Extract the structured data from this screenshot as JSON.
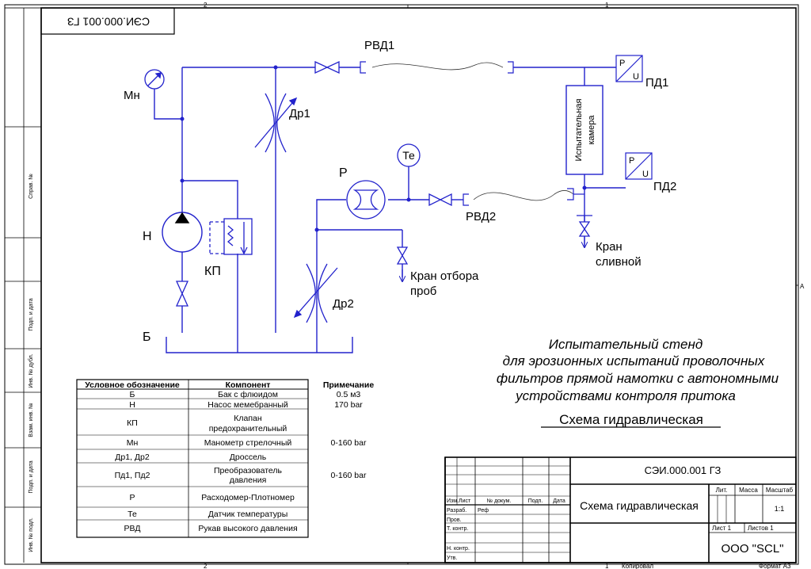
{
  "frame": {
    "zone_top_left": "2",
    "zone_top_right": "1",
    "zone_bottom_left": "2",
    "zone_bottom_right": "1",
    "zone_side": "A",
    "rotated_code": "СЭИ.000.001 ГЗ",
    "side_labels": [
      "Справ. №",
      "Подп. и дата",
      "Инв. № дубл.",
      "Взам. инв. №",
      "Подп. и дата",
      "Инв. № подл."
    ],
    "copied": "Копировал",
    "format": "Формат А3"
  },
  "schematic": {
    "mn": "Мн",
    "dr1": "Др1",
    "rvd1": "РВД1",
    "pd1": "ПД1",
    "pd2": "ПД2",
    "te": "Те",
    "r": "Р",
    "rvd2": "РВД2",
    "n": "Н",
    "kp": "КП",
    "b": "Б",
    "dr2": "Др2",
    "chamber_1": "Испытательная",
    "chamber_2": "камера",
    "kran_sample_1": "Кран отбора",
    "kran_sample_2": "проб",
    "kran_drain_1": "Кран",
    "kran_drain_2": "сливной",
    "p_letter": "P",
    "u_letter": "U"
  },
  "title_block_text": {
    "line1": "Испытательный стенд",
    "line2": "для эрозионных испытаний проволочных",
    "line3": "фильтров прямой намотки с автономными",
    "line4": "устройствами контроля притока",
    "line5": "Схема гидравлическая"
  },
  "legend": {
    "headers": [
      "Условное обозначение",
      "Компонент",
      "Примечание"
    ],
    "rows": [
      [
        "Б",
        "Бак с флюидом",
        "0.5 м3"
      ],
      [
        "Н",
        "Насос мемебранный",
        "170 bar"
      ],
      [
        "КП",
        "Клапан|предохранительный",
        ""
      ],
      [
        "Мн",
        "Манометр стрелочный",
        "0-160 bar"
      ],
      [
        "Др1, Др2",
        "Дроссель",
        ""
      ],
      [
        "Пд1, Пд2",
        "Преобразователь|давления",
        "0-160 bar"
      ],
      [
        "Р",
        "Расходомер-Плотномер",
        ""
      ],
      [
        "Те",
        "Датчик температуры",
        ""
      ],
      [
        "РВД",
        "Рукав высокого давления",
        ""
      ]
    ]
  },
  "stamp": {
    "code": "СЭИ.000.001 ГЗ",
    "name": "Схема гидравлическая",
    "company": "ООО \"SCL\"",
    "lit": "Лит.",
    "mass": "Масса",
    "scale": "Масштаб",
    "scale_val": "1:1",
    "sheet": "Лист 1",
    "sheets": "Листов 1",
    "izm": "Изм.",
    "list": "Лист",
    "doc": "№ докум.",
    "sign": "Подп.",
    "date": "Дата",
    "razrab": "Разраб.",
    "razrab_name": "Реф",
    "prov": "Пров.",
    "tkontr": "Т. контр.",
    "nkontr": "Н. контр.",
    "utv": "Утв."
  }
}
